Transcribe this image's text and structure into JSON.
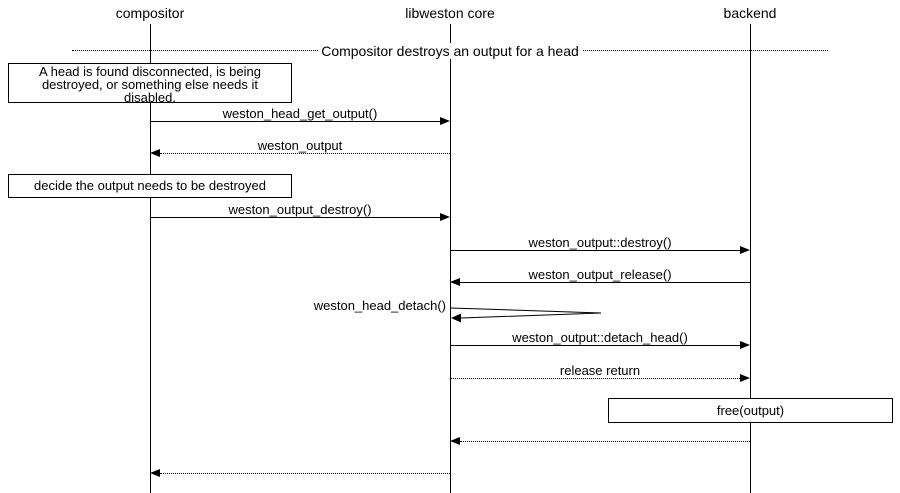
{
  "diagram": {
    "type": "sequence",
    "divider": {
      "label": "Compositor destroys an output for a head"
    },
    "actors": [
      {
        "label": "compositor"
      },
      {
        "label": "libweston core"
      },
      {
        "label": "backend"
      }
    ],
    "notes": [
      {
        "lines": [
          "A head is found disconnected, is being",
          "destroyed, or something else needs it",
          "disabled."
        ]
      },
      {
        "label": "decide the output needs to be destroyed"
      },
      {
        "label": "free(output)"
      }
    ],
    "messages": [
      {
        "label": "weston_head_get_output()",
        "from": "compositor",
        "to": "libweston core",
        "style": "solid"
      },
      {
        "label": "weston_output",
        "from": "libweston core",
        "to": "compositor",
        "style": "dotted"
      },
      {
        "label": "weston_output_destroy()",
        "from": "compositor",
        "to": "libweston core",
        "style": "solid"
      },
      {
        "label": "weston_output::destroy()",
        "from": "libweston core",
        "to": "backend",
        "style": "solid"
      },
      {
        "label": "weston_output_release()",
        "from": "backend",
        "to": "libweston core",
        "style": "solid"
      },
      {
        "label": "weston_head_detach()",
        "from": "libweston core",
        "to": "libweston core",
        "style": "self"
      },
      {
        "label": "weston_output::detach_head()",
        "from": "libweston core",
        "to": "backend",
        "style": "solid"
      },
      {
        "label": "release return",
        "from": "libweston core",
        "to": "backend",
        "style": "dotted"
      },
      {
        "label": "",
        "from": "backend",
        "to": "libweston core",
        "style": "dotted-return"
      },
      {
        "label": "",
        "from": "libweston core",
        "to": "compositor",
        "style": "dotted-return"
      }
    ],
    "colors": {
      "line": "#000000",
      "background": "#ffffff"
    }
  }
}
